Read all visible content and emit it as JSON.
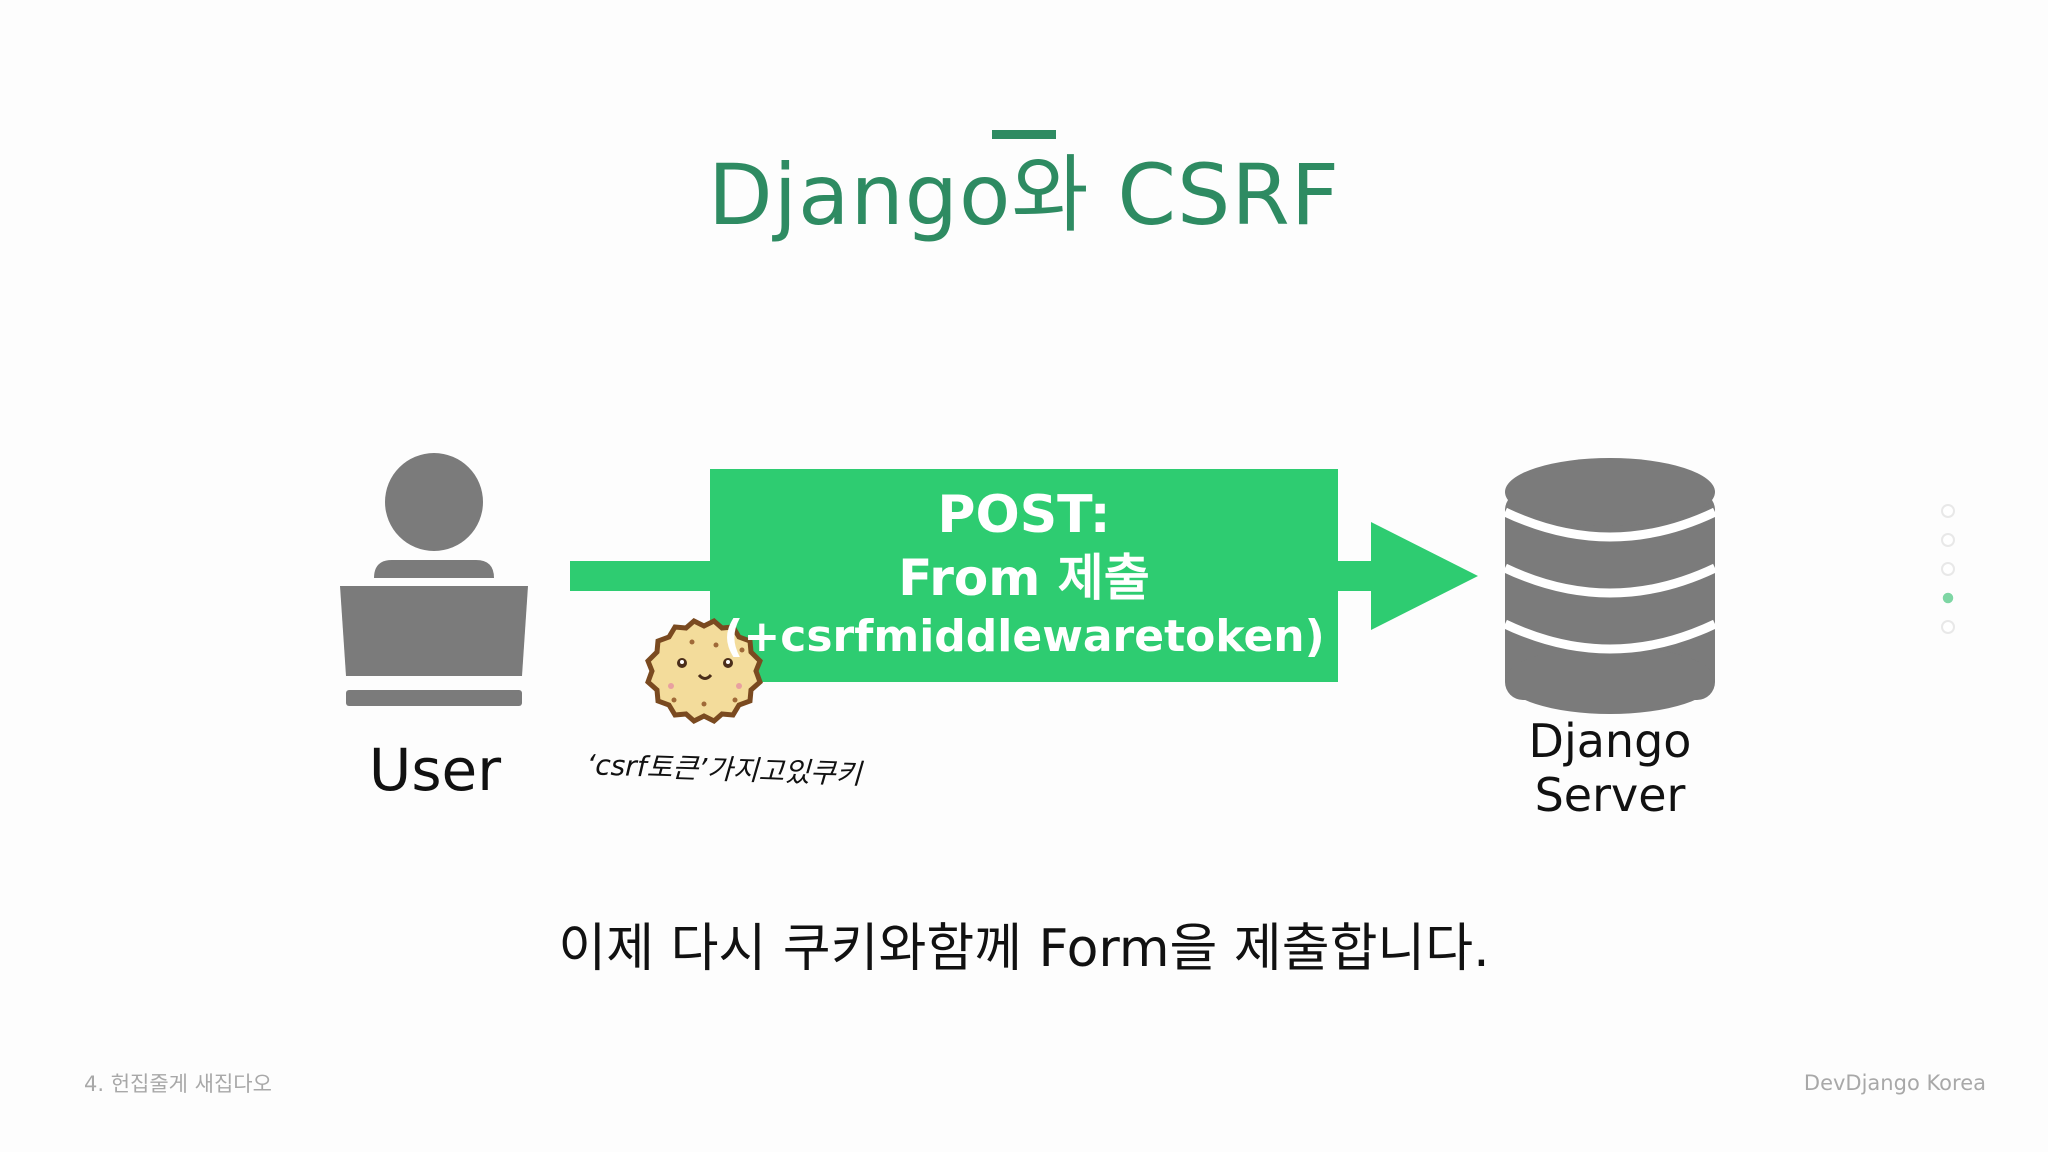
{
  "slide": {
    "title": "Django와 CSRF",
    "user_label": "User",
    "server_label_line1": "Django",
    "server_label_line2": "Server",
    "request_box": {
      "line1": "POST:",
      "line2": "From 제출",
      "line3": "(+csrfmiddlewaretoken)"
    },
    "cookie_caption": "‘csrf토큰’가지고있쿠키",
    "caption": "이제 다시 쿠키와함께 Form을 제출합니다.",
    "footer_left": "4. 헌집줄게 새집다오",
    "footer_right": "DevDjango Korea",
    "pagination": {
      "total": 5,
      "active_index": 3
    }
  },
  "colors": {
    "title": "#2e8b62",
    "arrow_green": "#2ecc71",
    "icon_gray": "#7b7b7b",
    "cookie_fill": "#f3dc9b",
    "cookie_outline": "#7a4a20"
  }
}
